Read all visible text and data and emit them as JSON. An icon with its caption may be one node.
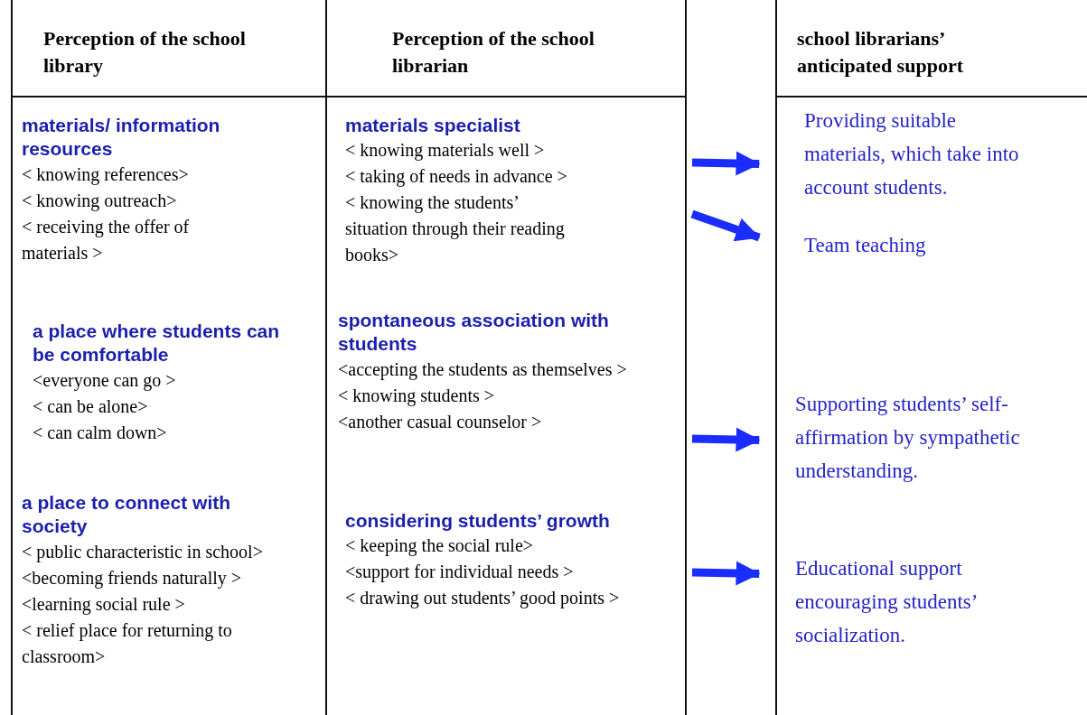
{
  "diagram": {
    "nodes": [
      {
        "text": [
          "Perception of the school library"
        ]
      },
      {
        "text": [
          "Perception of the school librarian"
        ]
      },
      {
        "text": [
          "school librarians’ anticipated support"
        ]
      },
      {
        "text": [],
        "shape": "box"
      },
      {
        "text": [
          "materials/ information resources",
          "< knowing references>",
          "< knowing outreach>",
          "< receiving the offer of materials >"
        ],
        "in": 3
      },
      {
        "text": [
          "a place where students can be comfortable",
          "<everyone can go >",
          "< can be alone>",
          "< can calm down>"
        ],
        "in": 3
      },
      {
        "text": [
          "a place to connect with society",
          "< public characteristic in school>",
          "<becoming friends naturally >",
          "<learning social rule >",
          "< relief place for returning to classroom>"
        ],
        "in": 3
      },
      {
        "text": [],
        "shape": "box"
      },
      {
        "text": [
          "materials specialist",
          "< knowing materials well >",
          "< taking of needs in advance >",
          "< knowing the students’ situation through their reading books>"
        ],
        "in": 7
      },
      {
        "text": [
          "spontaneous association with students",
          "<accepting the students as themselves >",
          "< knowing students >",
          "<another casual counselor >"
        ],
        "in": 7
      },
      {
        "text": [
          "considering students’ growth",
          "< keeping the social rule>",
          "<support for individual needs >",
          "< drawing out students’ good points >"
        ],
        "in": 7
      },
      {
        "text": [],
        "shape": "box"
      },
      {
        "text": [
          "Providing suitable materials, which take into account students."
        ],
        "in": 11
      },
      {
        "text": [
          "Team teaching"
        ],
        "in": 11
      },
      {
        "text": [
          "Supporting students’ self-affirmation by sympathetic understanding."
        ],
        "in": 11
      },
      {
        "text": [
          "Educational support encouraging students’ socialization."
        ],
        "in": 11
      }
    ],
    "edges": [
      {
        "from": 7,
        "to": 12,
        "arrow": "to",
        "color": "#1a2dff"
      },
      {
        "from": 7,
        "to": 13,
        "arrow": "to",
        "color": "#1a2dff"
      },
      {
        "from": 7,
        "to": 14,
        "arrow": "to",
        "color": "#1a2dff"
      },
      {
        "from": 7,
        "to": 15,
        "arrow": "to",
        "color": "#1a2dff"
      }
    ]
  }
}
